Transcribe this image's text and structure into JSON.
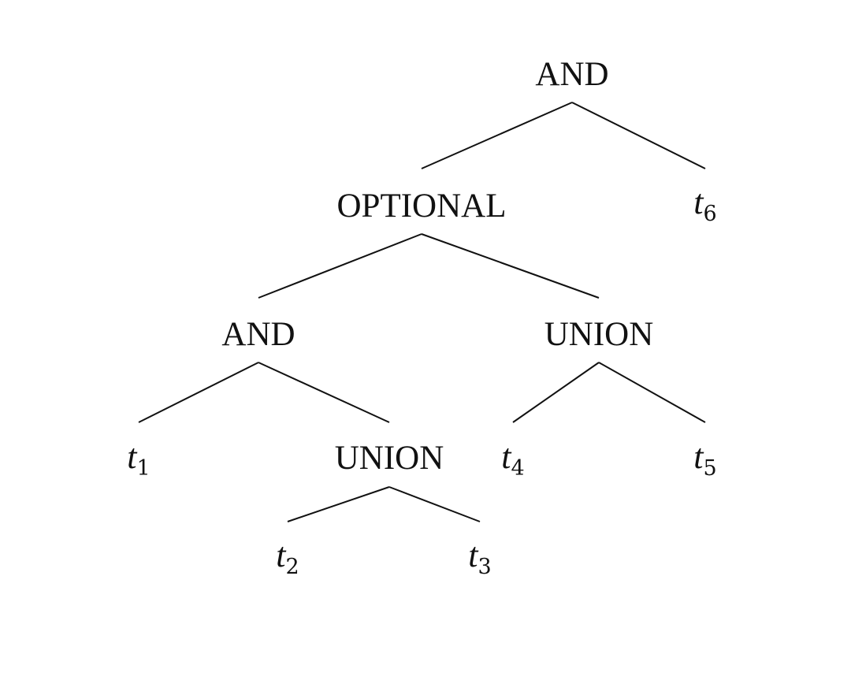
{
  "nodes": {
    "root": {
      "label": "AND"
    },
    "optional": {
      "label": "OPTIONAL"
    },
    "and_inner": {
      "label": "AND"
    },
    "union_right": {
      "label": "UNION"
    },
    "union_left": {
      "label": "UNION"
    },
    "t1": {
      "base": "t",
      "sub": "1"
    },
    "t2": {
      "base": "t",
      "sub": "2"
    },
    "t3": {
      "base": "t",
      "sub": "3"
    },
    "t4": {
      "base": "t",
      "sub": "4"
    },
    "t5": {
      "base": "t",
      "sub": "5"
    },
    "t6": {
      "base": "t",
      "sub": "6"
    }
  },
  "edges": [
    [
      "root",
      "optional"
    ],
    [
      "root",
      "t6"
    ],
    [
      "optional",
      "and_inner"
    ],
    [
      "optional",
      "union_right"
    ],
    [
      "and_inner",
      "t1"
    ],
    [
      "and_inner",
      "union_left"
    ],
    [
      "union_right",
      "t4"
    ],
    [
      "union_right",
      "t5"
    ],
    [
      "union_left",
      "t2"
    ],
    [
      "union_left",
      "t3"
    ]
  ]
}
